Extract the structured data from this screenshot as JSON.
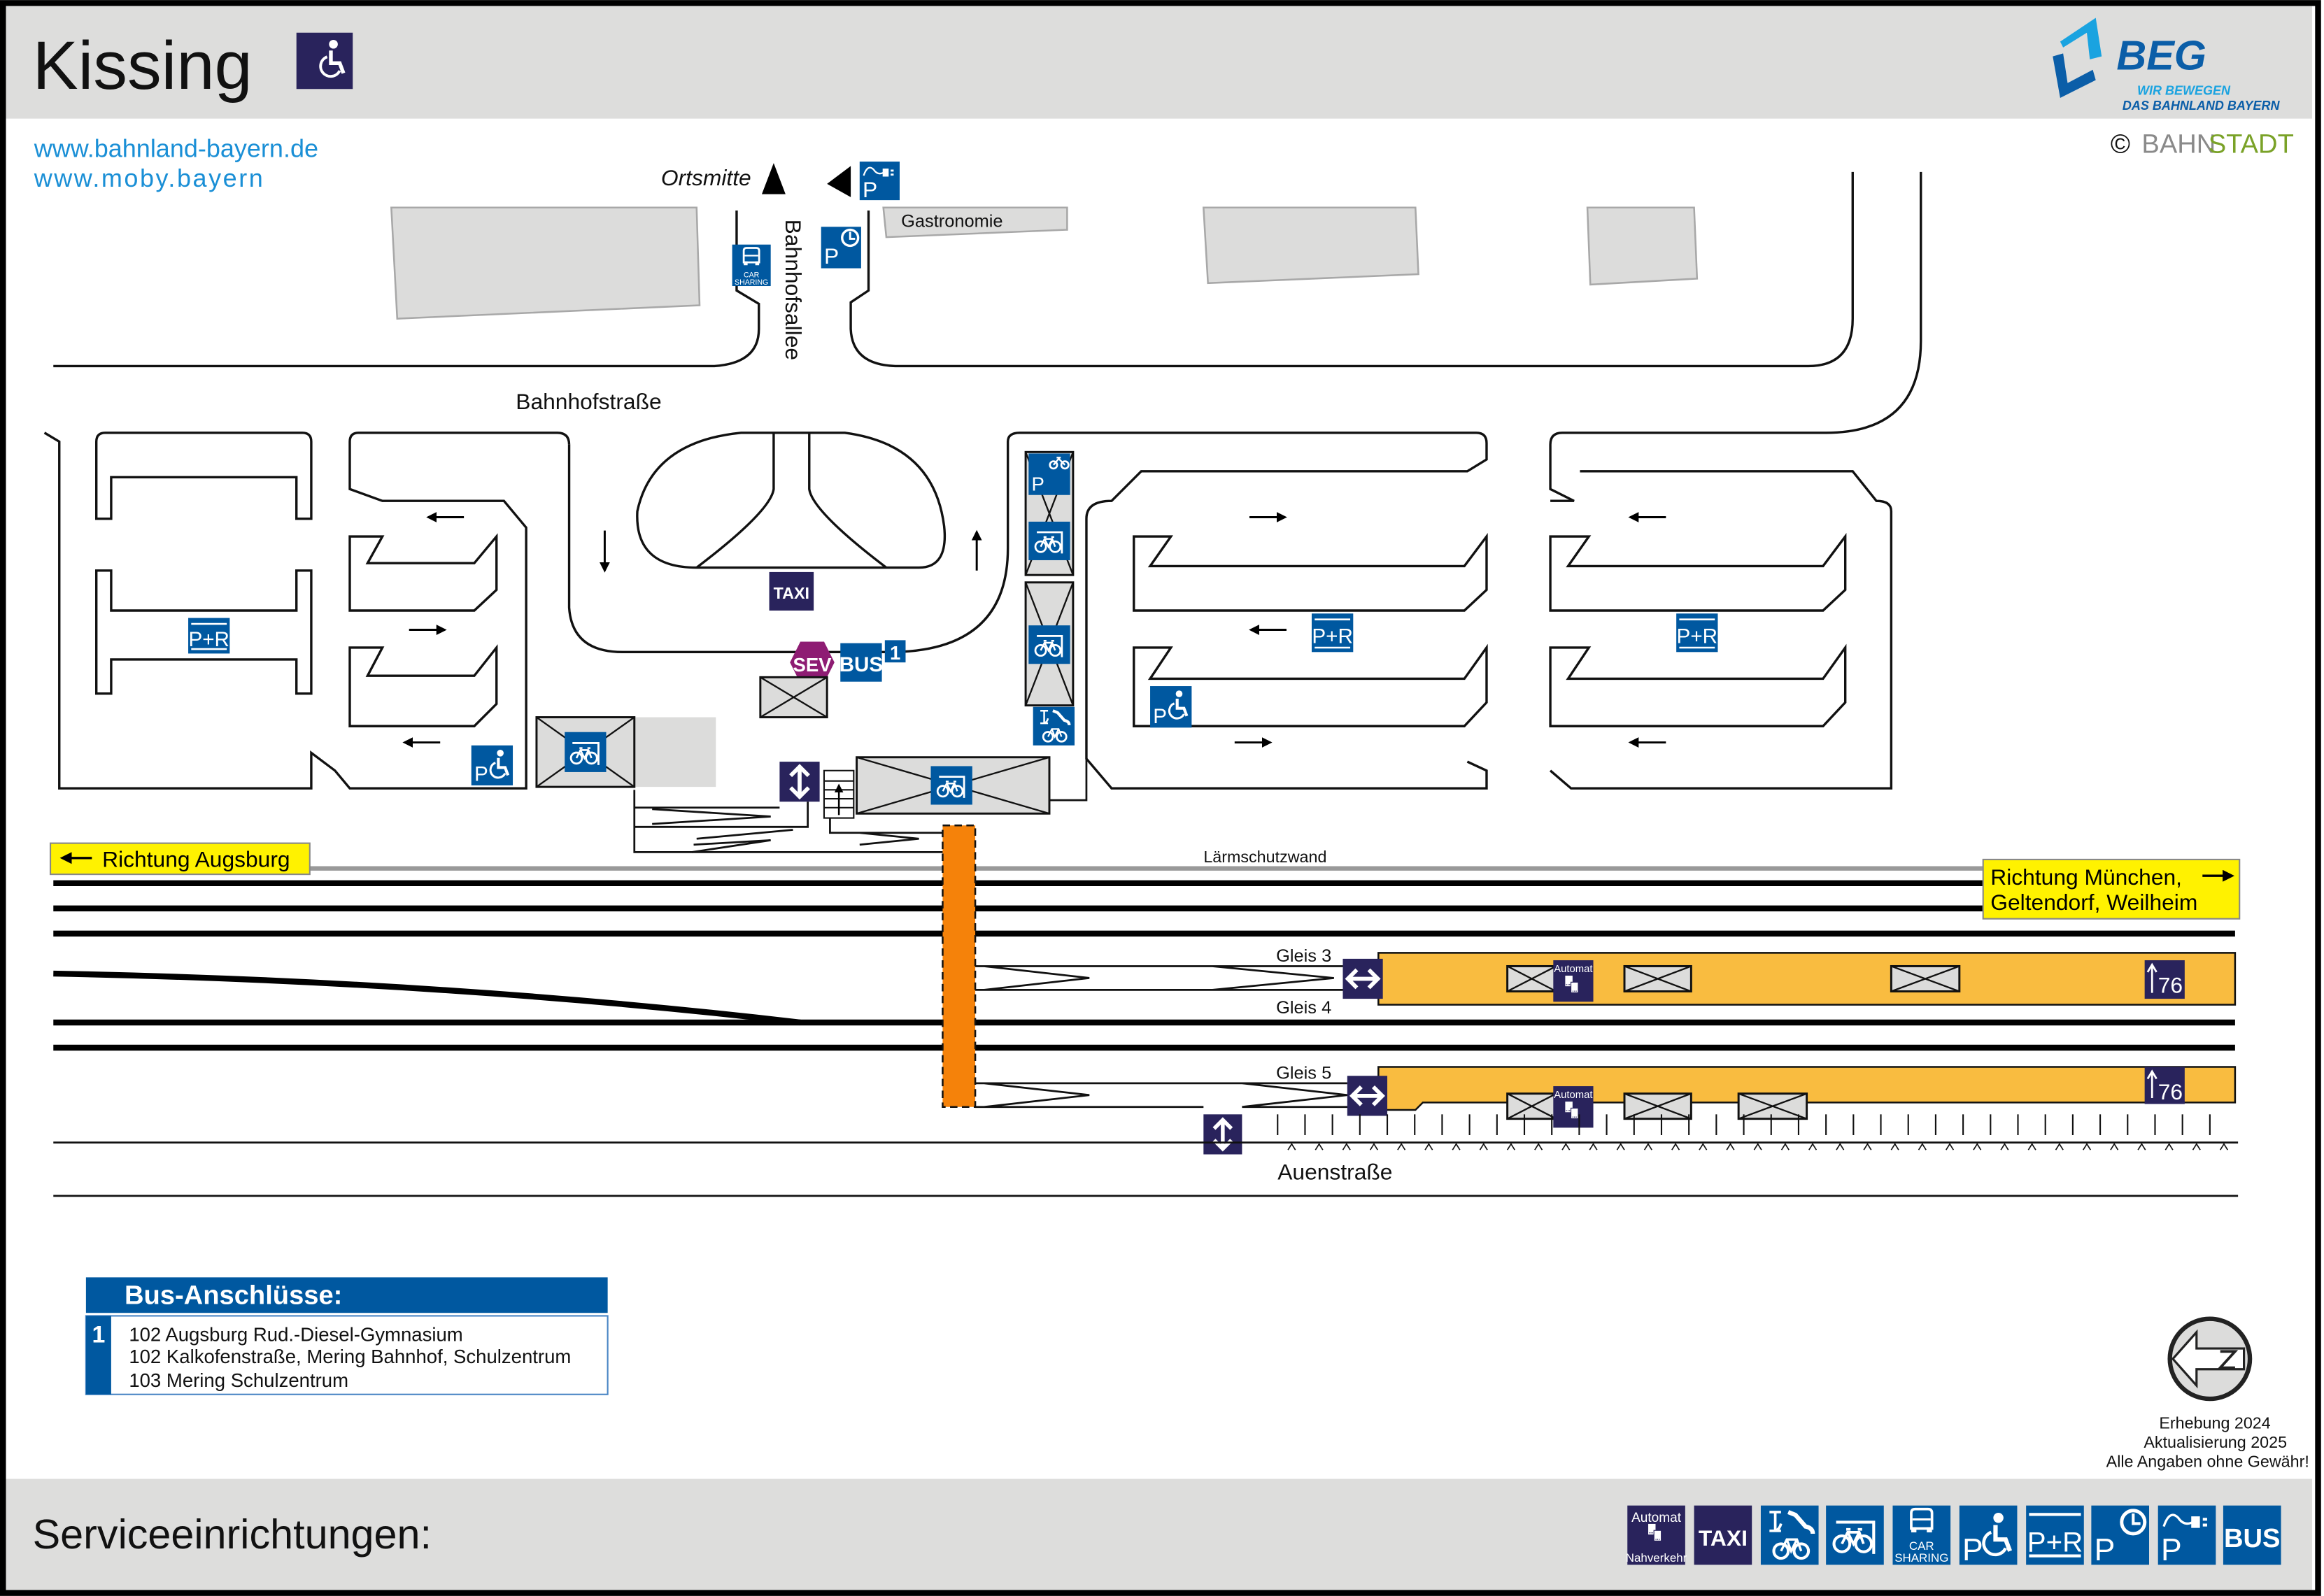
{
  "header": {
    "title": "Kissing",
    "accessibility_icon": "wheelchair-icon"
  },
  "logo": {
    "name": "BEG",
    "tagline1": "WIR BEWEGEN",
    "tagline2": "DAS BAHNLAND BAYERN",
    "copyright": "©",
    "brand_part1": "BAHN",
    "brand_part2": "STADT"
  },
  "links": [
    "www.bahnland-bayern.de",
    "www.moby.bayern"
  ],
  "map": {
    "ortsmitte": "Ortsmitte",
    "bahnhofsallee": "Bahnhofsallee",
    "bahnhofstrasse": "Bahnhofstraße",
    "gastronomie": "Gastronomie",
    "laermschutzwand": "Lärmschutzwand",
    "auenstrasse": "Auenstraße",
    "richtung_augsburg": "Richtung Augsburg",
    "richtung_muenchen_line1": "Richtung München,",
    "richtung_muenchen_line2": "Geltendorf, Weilheim",
    "gleis": [
      "Gleis 3",
      "Gleis 4",
      "Gleis 5"
    ],
    "platform_height": "76",
    "bus_stop_number": "1",
    "sev": "SEV",
    "bus": "BUS",
    "taxi": "TAXI",
    "park_and_ride": "P+R",
    "parking": "P",
    "car": "CAR",
    "sharing": "SHARING",
    "automat": "Automat"
  },
  "bus_connections": {
    "title": "Bus-Anschlüsse:",
    "stops": [
      {
        "number": "1",
        "lines": [
          "102 Augsburg Rud.-Diesel-Gymnasium",
          "102 Kalkofenstraße, Mering Bahnhof, Schulzentrum",
          "103 Mering Schulzentrum"
        ]
      }
    ]
  },
  "footer_note": [
    "Erhebung 2024",
    "Aktualisierung 2025",
    "Alle Angaben ohne Gewähr!"
  ],
  "services": {
    "title": "Serviceeinrichtungen:",
    "items": [
      {
        "icon": "ticket-machine-icon",
        "label": "Automat",
        "sublabel": "Nahverkehr"
      },
      {
        "icon": "taxi-icon",
        "label": "TAXI"
      },
      {
        "icon": "bike-repair-icon"
      },
      {
        "icon": "bike-parking-icon"
      },
      {
        "icon": "car-sharing-icon",
        "label": "CAR",
        "sublabel": "SHARING"
      },
      {
        "icon": "disabled-parking-icon",
        "label": "P"
      },
      {
        "icon": "park-and-ride-icon",
        "label": "P+R"
      },
      {
        "icon": "short-term-parking-icon",
        "label": "P"
      },
      {
        "icon": "ev-charging-parking-icon",
        "label": "P"
      },
      {
        "icon": "bus-icon",
        "label": "BUS"
      }
    ]
  },
  "colors": {
    "sign_blue": "#0058a0",
    "sign_navy": "#29235c",
    "platform": "#f9bc40",
    "bridge": "#f5820a",
    "sev": "#8e1c73",
    "direction_sign": "#fff200",
    "header_bg": "#dddddc",
    "link": "#1a8fd6",
    "bahnstadt_green": "#7aa228"
  }
}
